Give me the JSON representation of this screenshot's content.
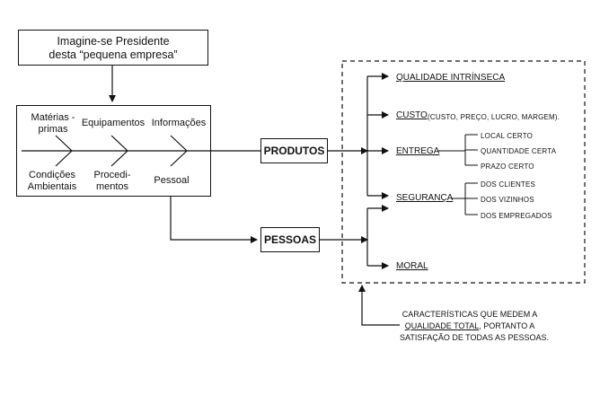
{
  "top_box": {
    "line1": "Imagine-se Presidente",
    "line2": "desta “pequena empresa”"
  },
  "causes": {
    "materias_1": "Matérias -",
    "materias_2": "primas",
    "equipamentos": "Equipamentos",
    "informacoes": "Informações",
    "condicoes_1": "Condições",
    "condicoes_2": "Ambientais",
    "proced_1": "Procedi-",
    "proced_2": "mentos",
    "pessoal": "Pessoal"
  },
  "outputs": {
    "produtos": "PRODUTOS",
    "pessoas": "PESSOAS"
  },
  "dimensions": {
    "qualidade": "QUALIDADE INTRÍNSECA",
    "custo": "CUSTO",
    "custo_detail": "(CUSTO, PREÇO, LUCRO, MARGEM).",
    "entrega": "ENTREGA",
    "entrega_items": [
      "LOCAL CERTO",
      "QUANTIDADE CERTA",
      "PRAZO CERTO"
    ],
    "seguranca": "SEGURANÇA",
    "seguranca_items": [
      "DOS CLIENTES",
      "DOS VIZINHOS",
      "DOS EMPREGADOS"
    ],
    "moral": "MORAL"
  },
  "caption": {
    "line1": "CARACTERÍSTICAS QUE MEDEM A",
    "line2_u": "QUALIDADE TOTAL",
    "line2_rest": ", PORTANTO A",
    "line3": "SATISFAÇÃO DE TODAS AS PESSOAS."
  }
}
